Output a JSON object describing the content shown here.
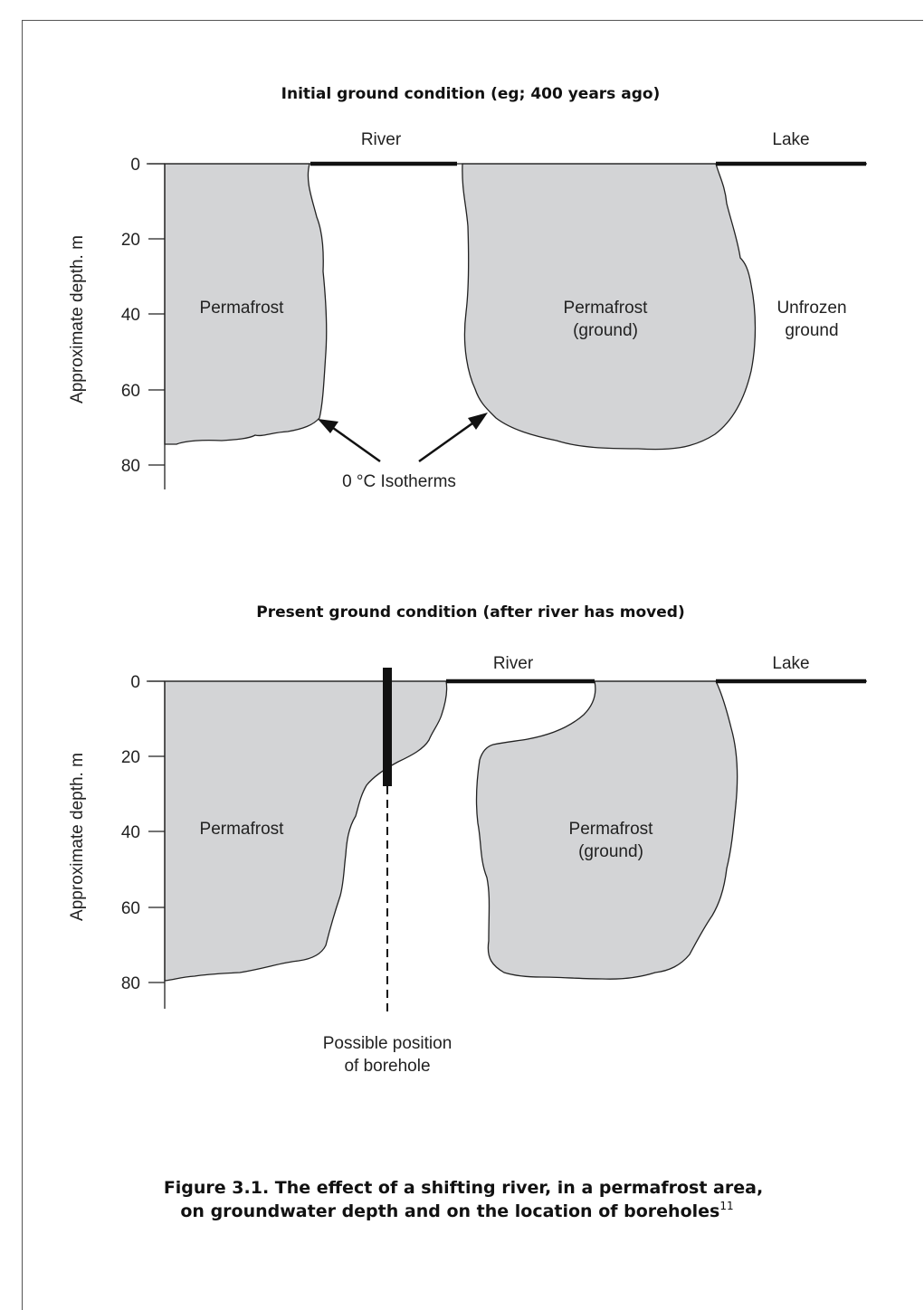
{
  "panels": [
    {
      "title": "Initial ground condition (eg; 400 years ago)",
      "y_axis_label": "Approximate depth. m",
      "ticks": [
        "0",
        "20",
        "40",
        "60",
        "80"
      ],
      "labels": {
        "river": "River",
        "lake": "Lake",
        "permafrost_left": "Permafrost",
        "permafrost_right_line1": "Permafrost",
        "permafrost_right_line2": "(ground)",
        "unfrozen_line1": "Unfrozen",
        "unfrozen_line2": "ground",
        "isotherms": "0 °C Isotherms"
      }
    },
    {
      "title": "Present ground condition (after river has moved)",
      "y_axis_label": "Approximate depth. m",
      "ticks": [
        "0",
        "20",
        "40",
        "60",
        "80"
      ],
      "labels": {
        "river": "River",
        "lake": "Lake",
        "permafrost_left": "Permafrost",
        "permafrost_right_line1": "Permafrost",
        "permafrost_right_line2": "(ground)",
        "borehole_line1": "Possible position",
        "borehole_line2": "of borehole"
      }
    }
  ],
  "caption": {
    "line1": "Figure 3.1. The effect of a shifting river, in a permafrost area,",
    "line2": "on groundwater depth and on the location of boreholes",
    "footnote": "11"
  },
  "colors": {
    "permafrost_fill": "#d3d4d6",
    "outline": "#222222",
    "water_line": "#111111"
  }
}
